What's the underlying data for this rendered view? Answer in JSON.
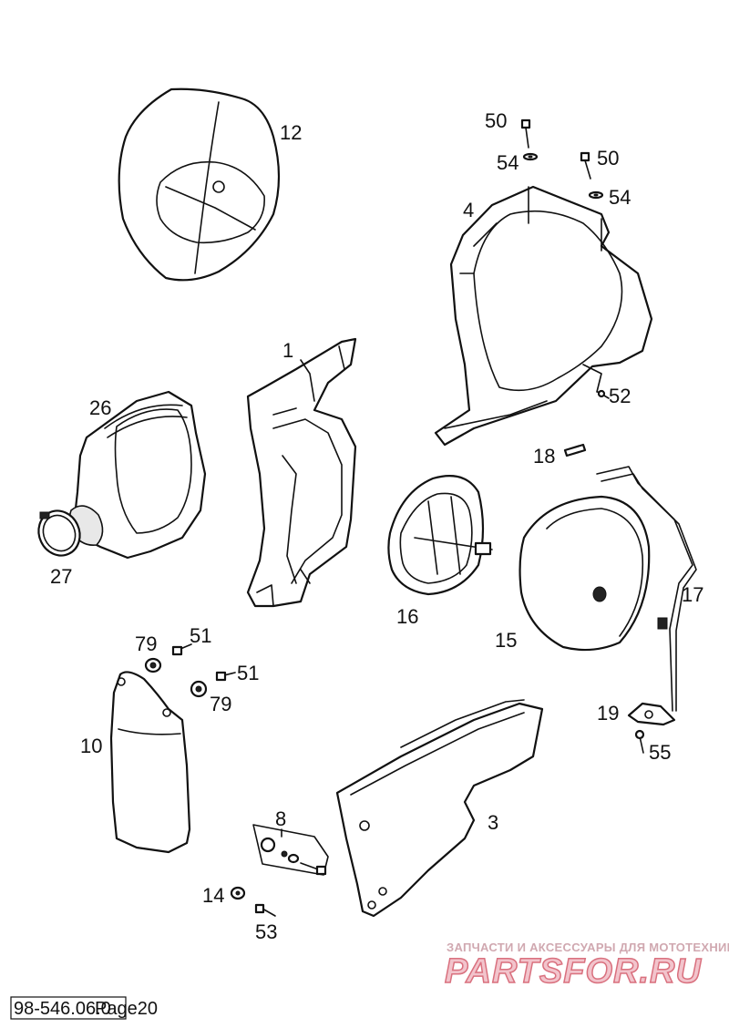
{
  "callouts": [
    {
      "id": "c12",
      "label": "12"
    },
    {
      "id": "c50a",
      "label": "50"
    },
    {
      "id": "c54a",
      "label": "54"
    },
    {
      "id": "c50b",
      "label": "50"
    },
    {
      "id": "c54b",
      "label": "54"
    },
    {
      "id": "c4",
      "label": "4"
    },
    {
      "id": "c1",
      "label": "1"
    },
    {
      "id": "c52",
      "label": "52"
    },
    {
      "id": "c26",
      "label": "26"
    },
    {
      "id": "c18",
      "label": "18"
    },
    {
      "id": "c27",
      "label": "27"
    },
    {
      "id": "c16",
      "label": "16"
    },
    {
      "id": "c15",
      "label": "15"
    },
    {
      "id": "c17",
      "label": "17"
    },
    {
      "id": "c79a",
      "label": "79"
    },
    {
      "id": "c51a",
      "label": "51"
    },
    {
      "id": "c51b",
      "label": "51"
    },
    {
      "id": "c79b",
      "label": "79"
    },
    {
      "id": "c19",
      "label": "19"
    },
    {
      "id": "c10",
      "label": "10"
    },
    {
      "id": "c55",
      "label": "55"
    },
    {
      "id": "c8",
      "label": "8"
    },
    {
      "id": "c3",
      "label": "3"
    },
    {
      "id": "c14",
      "label": "14"
    },
    {
      "id": "c53",
      "label": "53"
    }
  ],
  "watermark": {
    "tagline": "ЗАПЧАСТИ И АКСЕССУАРЫ ДЛЯ МОТОТЕХНИКИ",
    "brand": "PARTSFOR.RU"
  },
  "footer": {
    "doc_number": "98-546.06.0",
    "page_label": "Page20"
  },
  "colors": {
    "line": "#111111",
    "watermark_fill": "#f2c4cc",
    "watermark_stroke": "#d9707e"
  }
}
